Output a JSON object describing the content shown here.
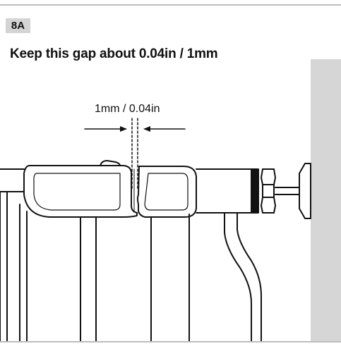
{
  "step": {
    "label": "8A"
  },
  "heading": {
    "text": "Keep this gap about 0.04in / 1mm"
  },
  "measurement": {
    "label": "1mm / 0.04in"
  }
}
